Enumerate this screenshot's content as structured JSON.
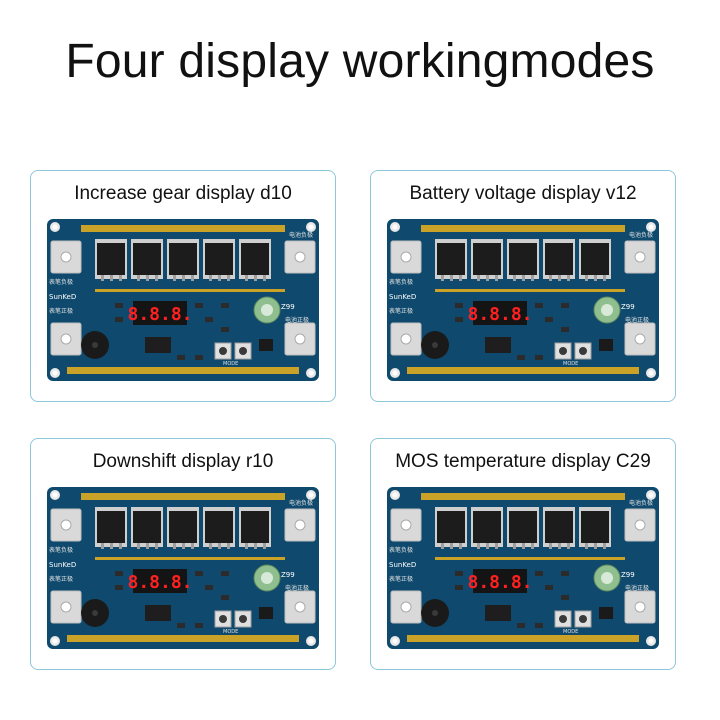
{
  "page": {
    "title": "Four display workingmodes"
  },
  "cards": [
    {
      "label": "Increase gear display d10",
      "display_reading": "8.8.8."
    },
    {
      "label": "Battery voltage display v12",
      "display_reading": "8.8.8."
    },
    {
      "label": "Downshift display r10",
      "display_reading": "8.8.8."
    },
    {
      "label": "MOS temperature display C29",
      "display_reading": "8.8.8."
    }
  ],
  "board": {
    "brand": "SunKeD",
    "model": "Z99",
    "neg_top": "电池负极",
    "pos_mid": "电池正极",
    "left_neg": "表笔负极",
    "left_pos": "表笔正极",
    "mode_label": "MODE",
    "colors": {
      "pcb": "#0f4a6e",
      "copper": "#c9a227",
      "pad": "#d9d9d9",
      "mosfet": "#1c1c1c",
      "digit": "#ff2020"
    }
  }
}
